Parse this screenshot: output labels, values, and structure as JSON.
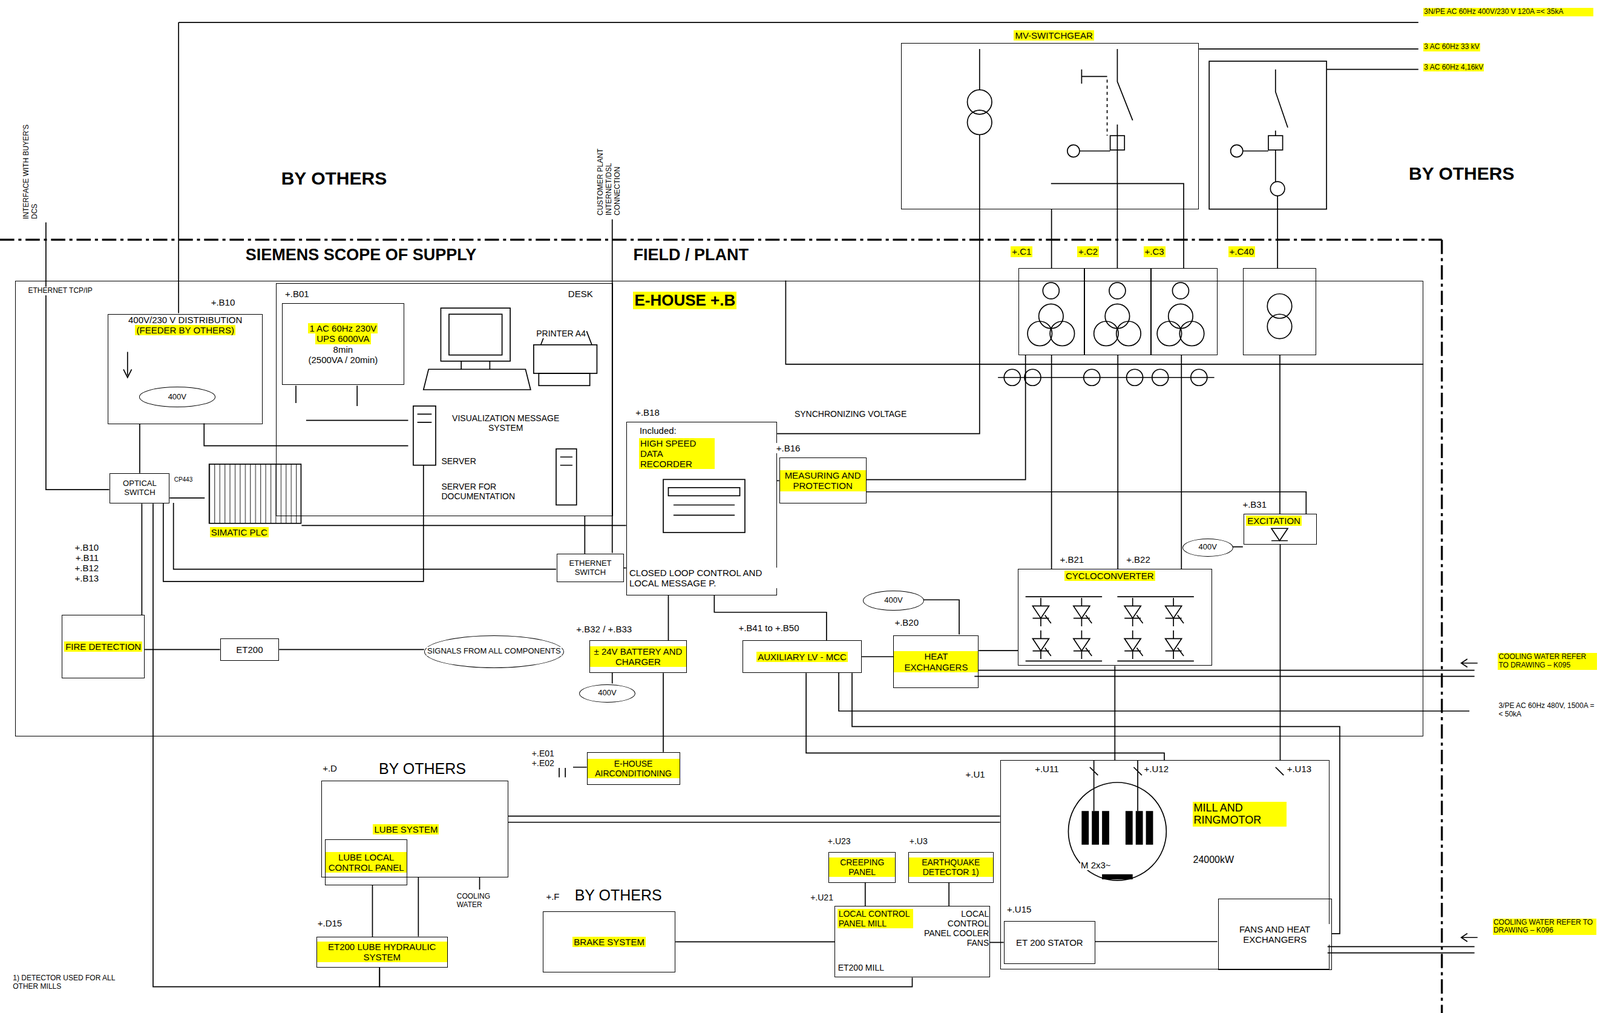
{
  "diagram": {
    "nodes": [
      {
        "text": [
          "MV-SWITCHGEAR"
        ]
      },
      {
        "text": [
          "E-HOUSE +.B"
        ]
      },
      {
        "text": [
          "+.B10",
          "400V/230 V DISTRIBUTION",
          "(FEEDER BY OTHERS)"
        ],
        "in": 1
      },
      {
        "text": [
          "400V"
        ],
        "in": 2
      },
      {
        "text": [
          "DESK"
        ],
        "in": 1
      },
      {
        "text": [
          "+.B01",
          "1 AC 60Hz 230V",
          "UPS 6000VA",
          "8min",
          "(2500VA / 20min)"
        ],
        "in": 4
      },
      {
        "text": [
          "OPTICAL SWITCH"
        ],
        "in": 1
      },
      {
        "text": [
          "SIMATIC PLC"
        ],
        "in": 1
      },
      {
        "text": [
          "+.B10 +.B11 +.B12 +.B13",
          "FIRE DETECTION"
        ],
        "in": 1
      },
      {
        "text": [
          "ET200"
        ],
        "in": 1
      },
      {
        "text": [
          "SIGNALS FROM ALL COMPONENTS"
        ],
        "in": 1
      },
      {
        "text": [
          "+.B18",
          "Included:",
          "HIGH SPEED DATA RECORDER",
          "CLOSED LOOP CONTROL AND LOCAL MESSAGE P."
        ],
        "in": 1
      },
      {
        "text": [
          "ETHERNET SWITCH"
        ],
        "in": 1
      },
      {
        "text": [
          "+.B16",
          "MEASURING AND PROTECTION"
        ],
        "in": 1
      },
      {
        "text": [
          "+.C1"
        ]
      },
      {
        "text": [
          "+.C2"
        ]
      },
      {
        "text": [
          "+.C3"
        ]
      },
      {
        "text": [
          "+.C40"
        ]
      },
      {
        "text": [
          "+.B31",
          "EXCITATION"
        ],
        "in": 1
      },
      {
        "text": [
          "400V"
        ],
        "in": 1
      },
      {
        "text": [
          "+.B21",
          "+.B22",
          "CYCLOCONVERTER"
        ],
        "in": 1
      },
      {
        "text": [
          "400V"
        ],
        "in": 1
      },
      {
        "text": [
          "+.B20",
          "HEAT EXCHANGERS"
        ],
        "in": 1
      },
      {
        "text": [
          "+.B32 / +.B33",
          "± 24V BATTERY AND CHARGER"
        ],
        "in": 1
      },
      {
        "text": [
          "400V"
        ],
        "in": 1
      },
      {
        "text": [
          "+.B41 to +.B50",
          "AUXILIARY LV - MCC"
        ],
        "in": 1
      },
      {
        "text": [
          "+.E01 +.E02",
          "E-HOUSE AIRCONDITIONING"
        ]
      },
      {
        "text": [
          "+.D",
          "BY OTHERS",
          "LUBE SYSTEM"
        ]
      },
      {
        "text": [
          "LUBE LOCAL CONTROL PANEL"
        ],
        "in": 27
      },
      {
        "text": [
          "+.D15",
          "ET200 LUBE HYDRAULIC SYSTEM"
        ]
      },
      {
        "text": [
          "+.F",
          "BY OTHERS",
          "BRAKE SYSTEM"
        ]
      },
      {
        "text": [
          "+.U23",
          "CREEPING PANEL"
        ]
      },
      {
        "text": [
          "+.U3",
          "EARTHQUAKE DETECTOR 1)"
        ]
      },
      {
        "text": [
          "+.U21",
          "LOCAL CONTROL PANEL MILL",
          "LOCAL CONTROL PANEL COOLER FANS",
          "ET200 MILL"
        ]
      },
      {
        "text": [
          "+.U1",
          "+.U11",
          "+.U12",
          "+.U13",
          "MILL AND RINGMOTOR",
          "M 2x3~",
          "24000kW"
        ]
      },
      {
        "text": [
          "+.U15",
          "ET 200 STATOR"
        ],
        "in": 34
      },
      {
        "text": [
          "FANS AND HEAT EXCHANGERS"
        ],
        "in": 34
      }
    ],
    "edges": [
      {
        "from": 0,
        "to": 14,
        "arrow": "none"
      },
      {
        "from": 14,
        "to": 20,
        "arrow": "none"
      },
      {
        "from": 15,
        "to": 20,
        "arrow": "none"
      },
      {
        "from": 16,
        "to": 20,
        "arrow": "none"
      },
      {
        "from": 17,
        "to": 18,
        "arrow": "none"
      },
      {
        "from": 18,
        "to": 34,
        "arrow": "none"
      },
      {
        "from": 20,
        "to": 34,
        "arrow": "none"
      },
      {
        "from": 13,
        "to": 14,
        "arrow": "none"
      },
      {
        "from": 13,
        "to": 18,
        "arrow": "none"
      },
      {
        "from": 11,
        "to": 13,
        "arrow": "none"
      },
      {
        "from": 7,
        "to": 11,
        "arrow": "none"
      },
      {
        "from": 6,
        "to": 7,
        "arrow": "none"
      },
      {
        "from": 11,
        "to": 12,
        "arrow": "none"
      },
      {
        "from": 8,
        "to": 6,
        "arrow": "none"
      },
      {
        "from": 9,
        "to": 10,
        "arrow": "none"
      },
      {
        "from": 8,
        "to": 9,
        "arrow": "none"
      },
      {
        "from": 11,
        "to": 23,
        "arrow": "none"
      },
      {
        "from": 11,
        "to": 25,
        "arrow": "none"
      },
      {
        "from": 23,
        "to": 26,
        "arrow": "none"
      },
      {
        "from": 25,
        "to": 22,
        "arrow": "none"
      },
      {
        "from": 22,
        "to": 20,
        "arrow": "none"
      },
      {
        "from": 25,
        "to": 34,
        "arrow": "none"
      },
      {
        "from": 28,
        "to": 29,
        "arrow": "none"
      },
      {
        "from": 29,
        "to": 33,
        "arrow": "none"
      },
      {
        "from": 6,
        "to": 29,
        "arrow": "none"
      },
      {
        "from": 30,
        "to": 33,
        "arrow": "none"
      },
      {
        "from": 31,
        "to": 33,
        "arrow": "none"
      },
      {
        "from": 32,
        "to": 33,
        "arrow": "none"
      },
      {
        "from": 35,
        "to": 33,
        "arrow": "none"
      },
      {
        "from": 2,
        "to": 6,
        "arrow": "none"
      },
      {
        "from": 12,
        "to": 4,
        "arrow": "none"
      },
      {
        "from": 25,
        "to": 36,
        "arrow": "none"
      },
      {
        "from": 0,
        "to": 11,
        "label": "SYNCHRONIZING VOLTAGE",
        "arrow": "none"
      }
    ],
    "labels": [
      "3N/PE AC 60Hz 400V/230 V 120A =< 35kA",
      "3 AC 60Hz 33 kV",
      "3 AC 60Hz 4,16kV",
      "BY OTHERS",
      "BY OTHERS",
      "SIEMENS SCOPE OF SUPPLY",
      "FIELD / PLANT",
      "INTERFACE WITH BUYER'S DCS",
      "CUSTOMER PLANT INTERNET/DSL CONNECTION",
      "ETHERNET TCP/IP",
      "CP443",
      "PRINTER A4",
      "VISUALIZATION MESSAGE SYSTEM",
      "SERVER",
      "SERVER FOR DOCUMENTATION",
      "COOLING WATER",
      "COOLING WATER REFER TO DRAWING – K095",
      "3/PE AC 60Hz 480V, 1500A =< 50kA",
      "COOLING WATER REFER TO DRAWING – K096",
      "1) DETECTOR USED FOR ALL OTHER MILLS"
    ]
  }
}
